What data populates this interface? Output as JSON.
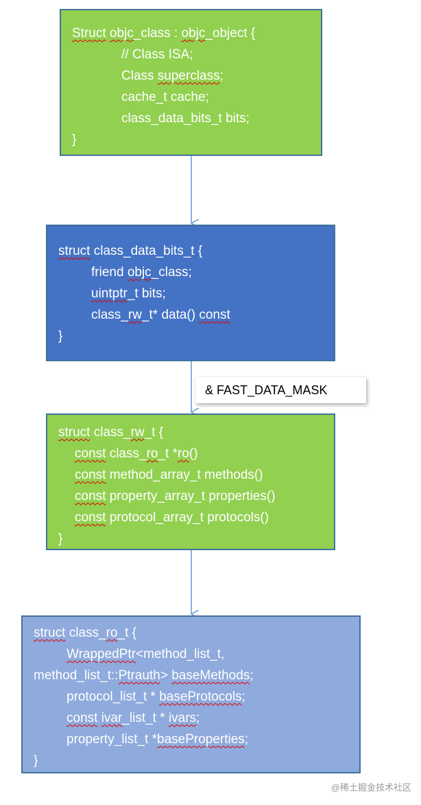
{
  "colors": {
    "green_box": "#92d050",
    "blue_box": "#4472c4",
    "light_blue_box": "#8faadc",
    "border": "#41719c",
    "arrow": "#5b9bd5",
    "spellcheck_underline": "#e00000"
  },
  "boxes": [
    {
      "id": "objc_class",
      "lines": [
        [
          {
            "t": "Struct",
            "sp": true
          },
          {
            "t": " "
          },
          {
            "t": "objc",
            "sp": true
          },
          {
            "t": "_class : "
          },
          {
            "t": "objc",
            "sp": true
          },
          {
            "t": "_object {"
          }
        ],
        [
          {
            "t": "// Class ISA;"
          }
        ],
        [
          {
            "t": "Class "
          },
          {
            "t": "superclass",
            "sp": true
          },
          {
            "t": ";"
          }
        ],
        [
          {
            "t": "cache_t cache;"
          }
        ],
        [
          {
            "t": "class_data_bits_t bits;"
          }
        ],
        [
          {
            "t": "}"
          }
        ]
      ]
    },
    {
      "id": "class_data_bits_t",
      "lines": [
        [
          {
            "t": "struct",
            "sp": true
          },
          {
            "t": " class_data_bits_t {"
          }
        ],
        [
          {
            "t": "friend "
          },
          {
            "t": "objc",
            "sp": true
          },
          {
            "t": "_class;"
          }
        ],
        [
          {
            "t": "uintptr",
            "sp": true
          },
          {
            "t": "_t bits;"
          }
        ],
        [
          {
            "t": "class_"
          },
          {
            "t": "rw",
            "sp": true
          },
          {
            "t": "_t* data() "
          },
          {
            "t": "const",
            "sp": true
          }
        ],
        [
          {
            "t": "}"
          }
        ]
      ]
    },
    {
      "id": "class_rw_t",
      "lines": [
        [
          {
            "t": "struct",
            "sp": true
          },
          {
            "t": " class_"
          },
          {
            "t": "rw",
            "sp": true
          },
          {
            "t": "_t {"
          }
        ],
        [
          {
            "t": "const",
            "sp": true
          },
          {
            "t": " class_"
          },
          {
            "t": "ro",
            "sp": true
          },
          {
            "t": "_t *"
          },
          {
            "t": "ro",
            "sp": true
          },
          {
            "t": "()"
          }
        ],
        [
          {
            "t": "const",
            "sp": true
          },
          {
            "t": " method_array_t methods()"
          }
        ],
        [
          {
            "t": "const",
            "sp": true
          },
          {
            "t": " property_array_t properties()"
          }
        ],
        [
          {
            "t": "const",
            "sp": true
          },
          {
            "t": " protocol_array_t protocols()"
          }
        ],
        [
          {
            "t": "}"
          }
        ]
      ]
    },
    {
      "id": "class_ro_t",
      "lines": [
        [
          {
            "t": "struct",
            "sp": true
          },
          {
            "t": " class_"
          },
          {
            "t": "ro",
            "sp": true
          },
          {
            "t": "_t {"
          }
        ],
        [
          {
            "t": "WrappedPtr",
            "sp": true
          },
          {
            "t": "<method_list_t,"
          }
        ],
        [
          {
            "t": "method_list_t::"
          },
          {
            "t": "Ptrauth",
            "sp": true
          },
          {
            "t": "> "
          },
          {
            "t": "baseMethods",
            "sp": true
          },
          {
            "t": ";"
          }
        ],
        [
          {
            "t": "protocol_list_t * "
          },
          {
            "t": "baseProtocols",
            "sp": true
          },
          {
            "t": ";"
          }
        ],
        [
          {
            "t": "const",
            "sp": true
          },
          {
            "t": " "
          },
          {
            "t": "ivar",
            "sp": true
          },
          {
            "t": "_list_t * "
          },
          {
            "t": "ivars",
            "sp": true
          },
          {
            "t": ";"
          }
        ],
        [
          {
            "t": "property_list_t *"
          },
          {
            "t": "baseProperties",
            "sp": true
          },
          {
            "t": ";"
          }
        ],
        [
          {
            "t": "}"
          }
        ]
      ]
    }
  ],
  "callout": {
    "label": "& FAST_DATA_MASK"
  },
  "watermark": "@稀土掘金技术社区"
}
